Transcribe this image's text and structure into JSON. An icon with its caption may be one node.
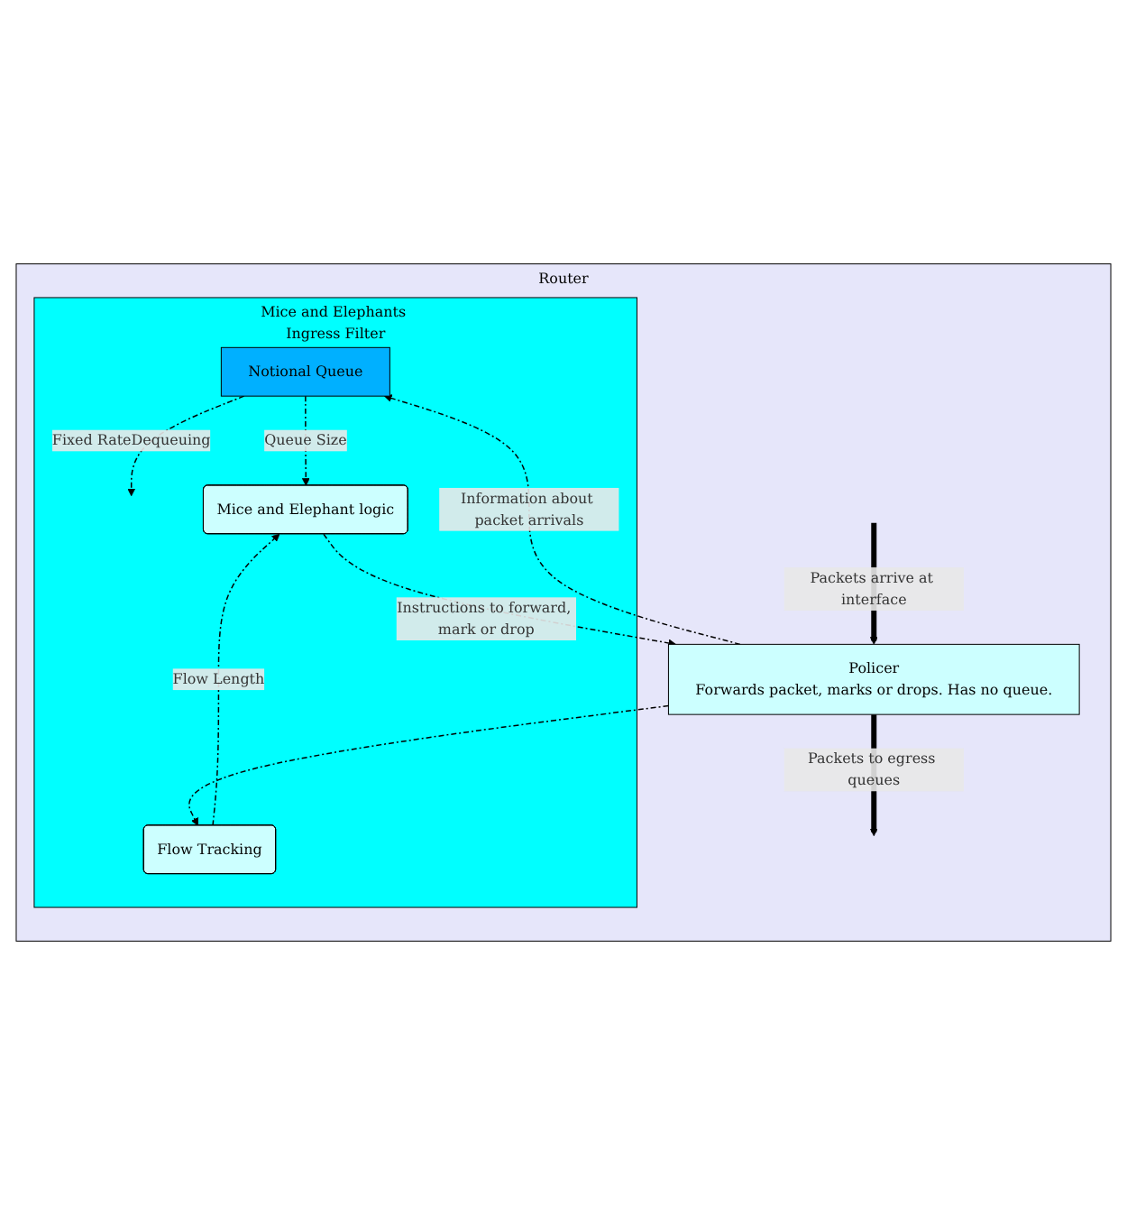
{
  "diagram": {
    "nodes": [
      {
        "text": [
          "Router"
        ]
      },
      {
        "text": [
          "Mice and Elephants Ingress Filter"
        ],
        "in": 0
      },
      {
        "text": [
          "Notional Queue"
        ],
        "in": 1
      },
      {
        "text": [
          "Flow Tracking"
        ],
        "in": 1
      },
      {
        "text": [
          "Mice and Elephant logic"
        ],
        "in": 1
      },
      {
        "text": [
          "Policer",
          "Forwards packet, marks or drops. Has no queue."
        ],
        "in": 0
      }
    ],
    "edges": [
      {
        "from": 2,
        "to": null,
        "arrow": "to",
        "label": "Fixed RateDequeuing",
        "style": "dashed"
      },
      {
        "from": 2,
        "to": 4,
        "arrow": "to",
        "label": "Queue Size",
        "style": "dashed"
      },
      {
        "from": 3,
        "to": 4,
        "arrow": "to",
        "label": "Flow Length",
        "style": "dashed"
      },
      {
        "from": 4,
        "to": 5,
        "arrow": "to",
        "label": "Instructions to forward, mark or drop",
        "style": "dashed"
      },
      {
        "from": 5,
        "to": 2,
        "arrow": "to",
        "label": "Information about packet arrivals",
        "style": "dashed"
      },
      {
        "from": 5,
        "to": 3,
        "arrow": "to",
        "style": "dashed"
      },
      {
        "from": null,
        "to": 5,
        "arrow": "to",
        "label": "Packets arrive at interface",
        "style": "thick"
      },
      {
        "from": 5,
        "to": null,
        "arrow": "to",
        "label": "Packets to egress queues",
        "style": "thick"
      }
    ]
  }
}
